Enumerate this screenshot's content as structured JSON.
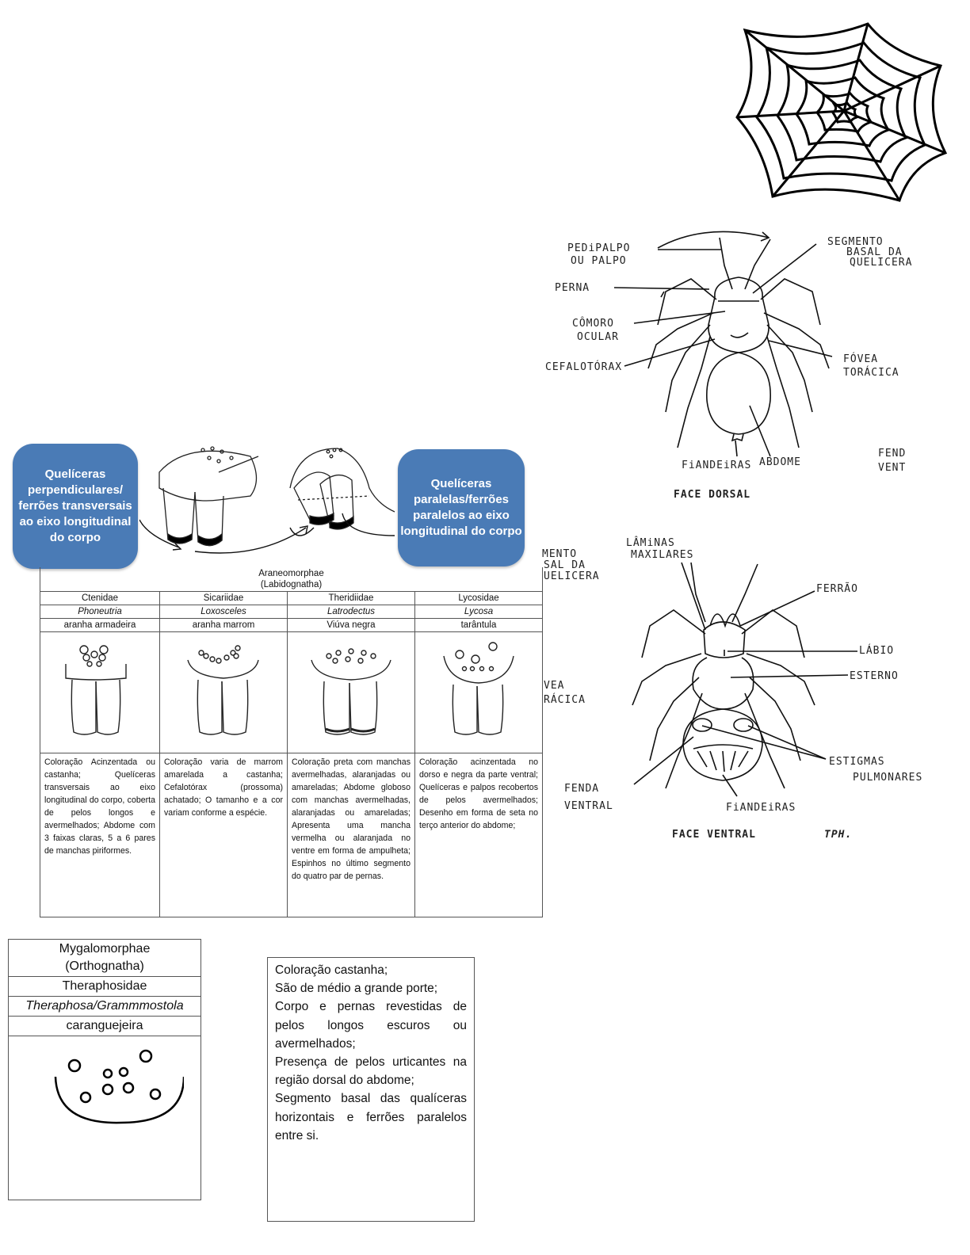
{
  "dorsal": {
    "labels": {
      "pedipalpo": "PEDiPALPO",
      "ou_palpo": "OU PALPO",
      "perna": "PERNA",
      "comoro": "CÔMORO",
      "ocular": "OCULAR",
      "cefalotorax": "CEFALOTÓRAX",
      "segmento": "SEGMENTO",
      "basal_da": "BASAL DA",
      "quelicera": "QUELICERA",
      "fovea": "FÓVEA",
      "toracica": "TORÁCICA",
      "fiandeiras": "FiANDEiRAS",
      "abdome": "ABDOME",
      "fend": "FEND",
      "vent": "VENT",
      "caption": "FACE DORSAL"
    }
  },
  "ventral": {
    "labels": {
      "mento": "MENTO",
      "sal_da": "SAL DA",
      "quelicera_cut": "UELICERA",
      "laminas": "LÂMiNAS",
      "maxilares": "MAXILARES",
      "ferrao": "FERRÃO",
      "labio": "LÁBIO",
      "esterno": "ESTERNO",
      "vea": "VEA",
      "racica": "RÁCICA",
      "estigmas": "ESTIGMAS",
      "pulmonares": "PULMONARES",
      "fenda": "FENDA",
      "ventral_word": "VENTRAL",
      "fiandeiras": "FiANDEiRAS",
      "caption": "FACE VENTRAL",
      "signature": "TPH."
    }
  },
  "callouts": {
    "left": "Quelíceras perpendiculares/ ferrões transversais ao eixo longitudinal do corpo",
    "right": "Quelíceras paralelas/ferrões paralelos ao eixo longitudinal do corpo"
  },
  "araneo_table": {
    "title": "Araneomorphae",
    "subtitle": "(Labidognatha)",
    "families": [
      "Ctenidae",
      "Sicariidae",
      "Theridiidae",
      "Lycosidae"
    ],
    "genera": [
      "Phoneutria",
      "Loxosceles",
      "Latrodectus",
      "Lycosa"
    ],
    "common_names": [
      "aranha armadeira",
      "aranha marrom",
      "Viúva negra",
      "tarântula"
    ],
    "descriptions": [
      "Coloração Acinzentada ou castanha; Quelíceras transversais ao eixo longitudinal do corpo, coberta de pelos longos e avermelhados; Abdome com 3 faixas claras, 5 a 6 pares de manchas piriformes.",
      "Coloração varia de marrom amarelada a castanha; Cefalotórax (prossoma) achatado; O tamanho e a cor variam conforme a espécie.",
      "Coloração preta com manchas avermelhadas, alaranjadas ou amareladas; Abdome globoso com manchas avermelhadas, alaranjadas ou amareladas; Apresenta uma mancha vermelha ou alaranjada no ventre em forma de ampulheta; Espinhos no último segmento do quatro par de pernas.",
      "Coloração acinzentada no dorso e negra da parte ventral; Quelíceras e palpos recobertos de pelos avermelhados; Desenho em forma de seta no terço anterior do abdome;"
    ]
  },
  "mygalo_table": {
    "title": "Mygalomorphae",
    "subtitle": "(Orthognatha)",
    "family": "Theraphosidae",
    "genus": "Theraphosa/Grammmostola",
    "common_name": "caranguejeira"
  },
  "mygalo_description": [
    "Coloração castanha;",
    "São de médio a grande porte;",
    "Corpo e pernas revestidas de pelos longos escuros ou avermelhados;",
    "Presença de pelos urticantes na região dorsal do abdome;",
    "Segmento basal das qualíceras horizontais e ferrões paralelos entre si."
  ],
  "colors": {
    "callout_blue": "#4a7bb6"
  }
}
